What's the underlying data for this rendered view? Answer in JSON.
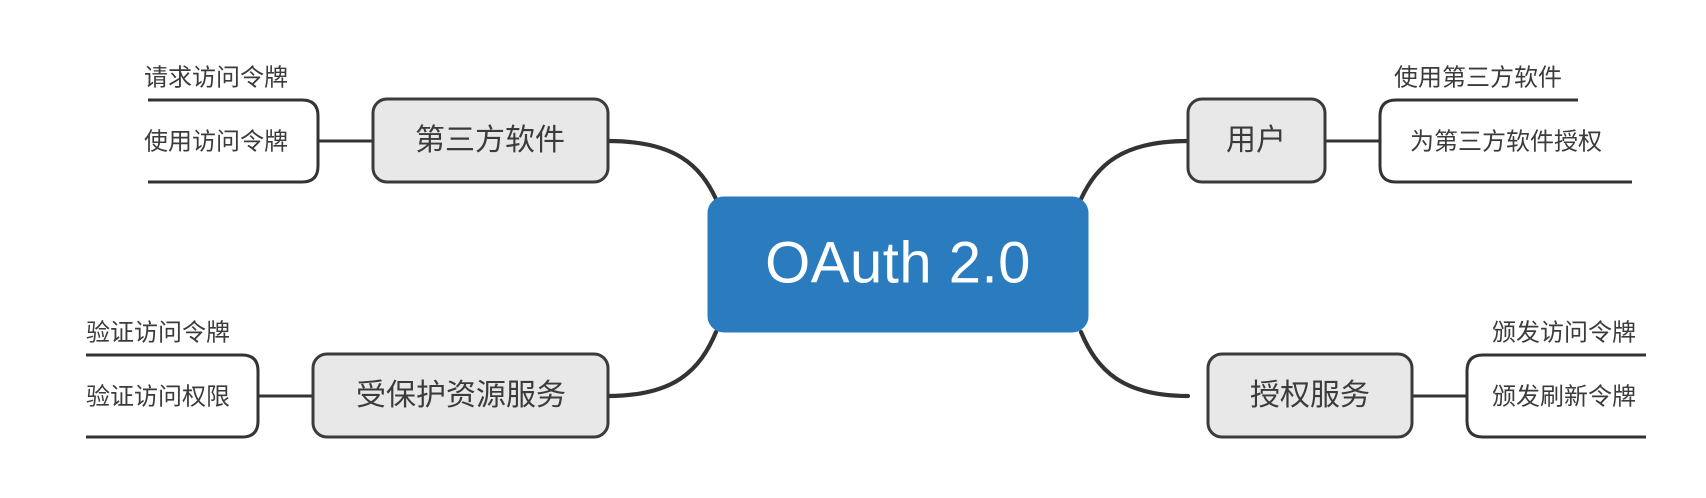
{
  "diagram": {
    "type": "mind-map",
    "title": "OAuth 2.0",
    "root": {
      "label": "OAuth 2.0",
      "fill_color": "#2b7bbf",
      "text_color": "#ffffff"
    },
    "style": {
      "branch_fill": "#e8e8e8",
      "branch_stroke": "#333333",
      "text_color": "#3b3b3b",
      "background": "#ffffff"
    },
    "branches": [
      {
        "id": "third-party-software",
        "label": "第三方软件",
        "side": "left",
        "position": "top",
        "leaves": [
          {
            "label": "请求访问令牌"
          },
          {
            "label": "使用访问令牌"
          }
        ]
      },
      {
        "id": "protected-resource-service",
        "label": "受保护资源服务",
        "side": "left",
        "position": "bottom",
        "leaves": [
          {
            "label": "验证访问令牌"
          },
          {
            "label": "验证访问权限"
          }
        ]
      },
      {
        "id": "user",
        "label": "用户",
        "side": "right",
        "position": "top",
        "leaves": [
          {
            "label": "使用第三方软件"
          },
          {
            "label": "为第三方软件授权"
          }
        ]
      },
      {
        "id": "authorization-service",
        "label": "授权服务",
        "side": "right",
        "position": "bottom",
        "leaves": [
          {
            "label": "颁发访问令牌"
          },
          {
            "label": "颁发刷新令牌"
          }
        ]
      }
    ]
  }
}
